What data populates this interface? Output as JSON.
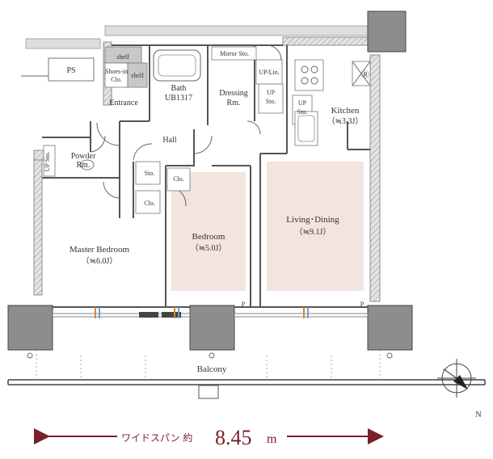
{
  "rooms": {
    "ps": "PS",
    "shelf_top": "shelf",
    "shoes_in": "Shoes-in",
    "clo": "Clo.",
    "shelf_side": "shelf",
    "entrance": "Entrance",
    "bath": "Bath",
    "bath_unit": "UB1317",
    "mirror_sto": "Mirror Sto.",
    "up_lin": "UP/Lin.",
    "dressing": "Dressing",
    "rm": "Rm.",
    "up": "UP",
    "sto": "Sto.",
    "kitchen": "Kitchen",
    "kitchen_size": "（≒3.3J）",
    "hall": "Hall",
    "powder": "Powder",
    "powder_rm": "Rm.",
    "up_sto_powder": "UP Sto.",
    "sto_hall": "Sto.",
    "clo_hall_1": "Clo.",
    "clo_hall_2": "Clo.",
    "master": "Master Bedroom",
    "master_size": "（≒6.0J）",
    "bedroom": "Bedroom",
    "bedroom_size": "（≒5.0J）",
    "living": "Living･Dining",
    "living_size": "（≒9.1J）",
    "p1": "P",
    "p2": "P",
    "balcony": "Balcony",
    "fridge": "Ⓡ"
  },
  "compass": {
    "north": "N"
  },
  "width": {
    "label": "ワイドスパン 約",
    "value": "8.45",
    "unit": "m"
  },
  "colors": {
    "room_highlight": "#f2e4de",
    "arrow": "#7a1f2b",
    "vent_orange": "#d7863a",
    "vent_blue": "#6aa0c6"
  }
}
